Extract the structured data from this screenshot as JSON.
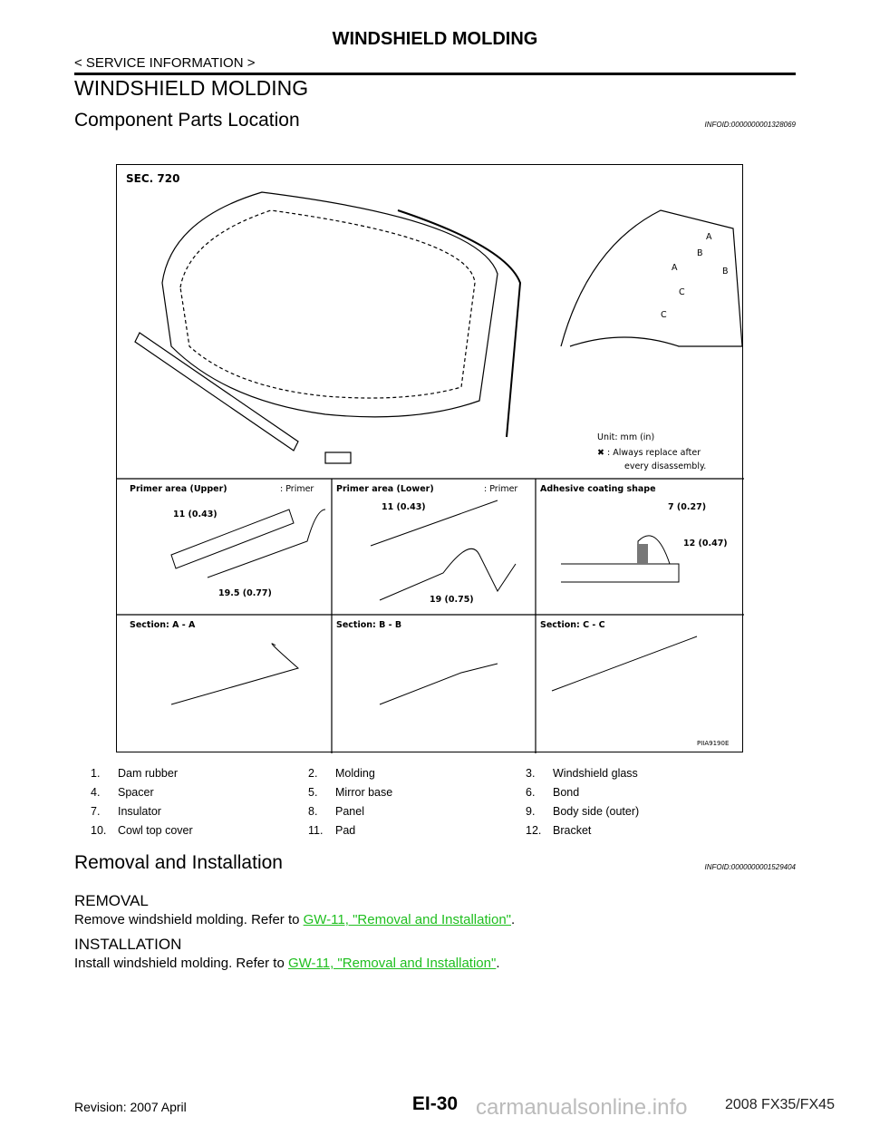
{
  "header": {
    "title": "WINDSHIELD MOLDING",
    "section": "< SERVICE INFORMATION >"
  },
  "page_title": "WINDSHIELD MOLDING",
  "component": {
    "heading": "Component Parts Location",
    "infoid": "INFOID:0000000001328069"
  },
  "diagram": {
    "sec": "SEC. 720",
    "unit": "Unit: mm (in)",
    "replace_note": ": Always replace after",
    "replace_note2": "every disassembly.",
    "code": "PIIA9190E",
    "cells": {
      "primer_upper": "Primer area (Upper)",
      "primer_lower": "Primer area (Lower)",
      "primer": ": Primer",
      "adhesive": "Adhesive coating shape",
      "sec_a": "Section: A - A",
      "sec_b": "Section: B - B",
      "sec_c": "Section: C - C",
      "d1": "11 (0.43)",
      "d2": "19.5 (0.77)",
      "d3": "11 (0.43)",
      "d4": "19 (0.75)",
      "d5": "7 (0.27)",
      "d6": "12 (0.47)"
    },
    "view_letters": [
      "A",
      "A",
      "B",
      "B",
      "C",
      "C"
    ]
  },
  "legend": [
    [
      {
        "n": "1.",
        "t": "Dam rubber"
      },
      {
        "n": "2.",
        "t": "Molding"
      },
      {
        "n": "3.",
        "t": "Windshield glass"
      }
    ],
    [
      {
        "n": "4.",
        "t": "Spacer"
      },
      {
        "n": "5.",
        "t": "Mirror base"
      },
      {
        "n": "6.",
        "t": "Bond"
      }
    ],
    [
      {
        "n": "7.",
        "t": "Insulator"
      },
      {
        "n": "8.",
        "t": "Panel"
      },
      {
        "n": "9.",
        "t": "Body side (outer)"
      }
    ],
    [
      {
        "n": "10.",
        "t": "Cowl top cover"
      },
      {
        "n": "11.",
        "t": "Pad"
      },
      {
        "n": "12.",
        "t": "Bracket"
      }
    ]
  ],
  "removal": {
    "heading": "Removal and Installation",
    "infoid": "INFOID:0000000001529404",
    "removal_title": "REMOVAL",
    "removal_text": "Remove windshield molding. Refer to ",
    "removal_link": "GW-11, \"Removal and Installation\"",
    "install_title": "INSTALLATION",
    "install_text": "Install windshield molding. Refer to ",
    "install_link": "GW-11, \"Removal and Installation\"",
    "period": "."
  },
  "footer": {
    "revision": "Revision: 2007 April",
    "page": "EI-30",
    "model": "2008 FX35/FX45",
    "watermark": "carmanualsonline.info"
  }
}
